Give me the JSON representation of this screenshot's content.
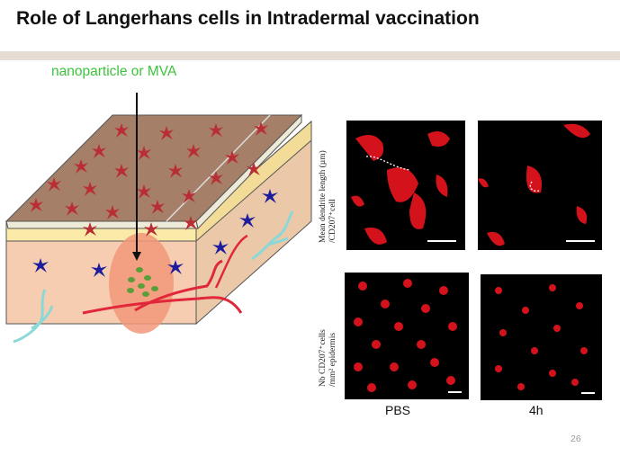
{
  "slide": {
    "title": "Role of Langerhans cells in Intradermal vaccination",
    "nano_label": "nanoparticle or MVA",
    "page_number": "26"
  },
  "panels": {
    "y_label_top_line1": "Mean dendrite length (µm)",
    "y_label_top_line2": "/CD207⁺cell",
    "y_label_bottom_line1": "Nb CD207⁺cells",
    "y_label_bottom_line2": "/mm² epidermis",
    "col_pbs": "PBS",
    "col_4h": "4h"
  },
  "colors": {
    "band": "#e5ddd4",
    "label_green": "#3cc43c",
    "lc_red": "#c8323c",
    "lc_blue": "#1c1c9c",
    "vessel": "#e0283a",
    "lymph": "#8ad8d8"
  }
}
